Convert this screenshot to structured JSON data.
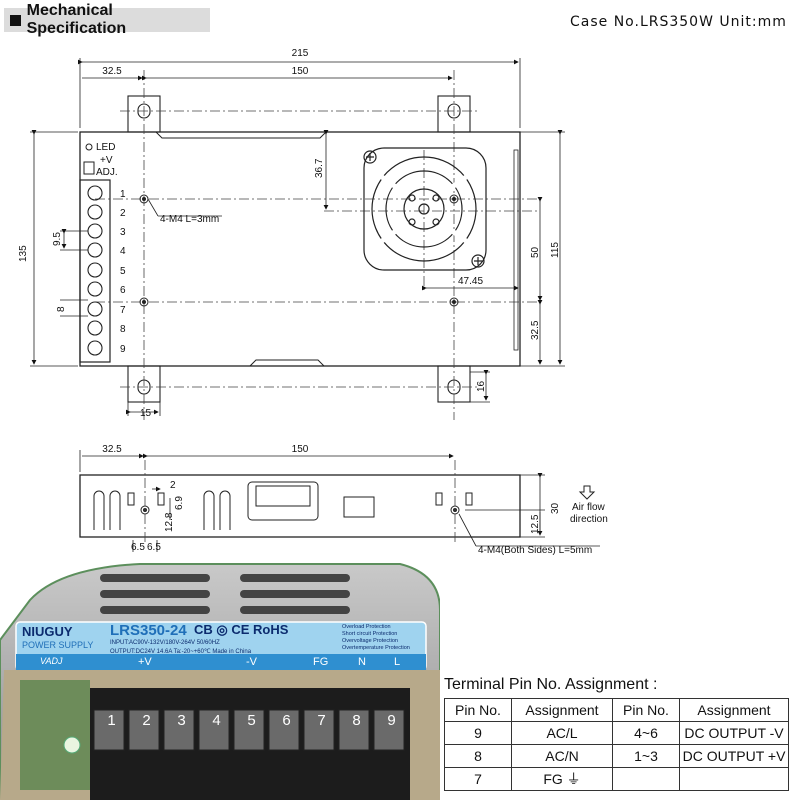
{
  "header": {
    "title": "Mechanical Specification",
    "case_info": "Case No.LRS350W Unit:mm"
  },
  "top_view": {
    "dims": {
      "overall_width": "215",
      "left_offset": "32.5",
      "hole_span": "150",
      "height": "135",
      "fan_top": "36.7",
      "fan_offset": "47.45",
      "height_50": "50",
      "height_115": "115",
      "bottom_offset": "32.5",
      "tab_height": "16",
      "tab_width": "15",
      "pin_pitch": "9.5",
      "pin_width": "8"
    },
    "labels": {
      "led": "LED",
      "v_adj_1": "+V",
      "v_adj_2": "ADJ.",
      "screw_note": "4-M4 L=3mm"
    },
    "pins": [
      "1",
      "2",
      "3",
      "4",
      "5",
      "6",
      "7",
      "8",
      "9"
    ]
  },
  "side_view": {
    "dims": {
      "left_offset": "32.5",
      "hole_span": "150",
      "d2": "2",
      "d69": "6.9",
      "d128": "12.8",
      "d65a": "6.5",
      "d65b": "6.5",
      "height": "30",
      "d125": "12.5"
    },
    "labels": {
      "airflow_1": "Air flow",
      "airflow_2": "direction",
      "screw_note": "4-M4(Both Sides) L=5mm"
    }
  },
  "photo": {
    "brand": "NIUGUY",
    "model": "LRS350-24",
    "sub": "POWER SUPPLY",
    "certs": "CB ◎ CE RoHS",
    "input": "INPUT:AC90V-132V/180V-264V  50/60HZ",
    "output": "OUTPUT:DC24V  14.6A  Ta:-20~+60℃  Made in China",
    "protections": [
      "Overload Protection",
      "Short circuit Protection",
      "Overvoltage Protection",
      "Overtemperature Protection"
    ],
    "vadj": "VADJ",
    "terminal_labels": [
      "+V",
      "-V",
      "FG",
      "N",
      "L"
    ],
    "terminal_numbers": [
      "1",
      "2",
      "3",
      "4",
      "5",
      "6",
      "7",
      "8",
      "9"
    ]
  },
  "pin_table": {
    "title": "Terminal Pin No. Assignment :",
    "headers": [
      "Pin No.",
      "Assignment",
      "Pin No.",
      "Assignment"
    ],
    "rows": [
      [
        "9",
        "AC/L",
        "4~6",
        "DC OUTPUT -V"
      ],
      [
        "8",
        "AC/N",
        "1~3",
        "DC OUTPUT +V"
      ],
      [
        "7",
        "FG ⏚",
        "",
        ""
      ]
    ]
  }
}
